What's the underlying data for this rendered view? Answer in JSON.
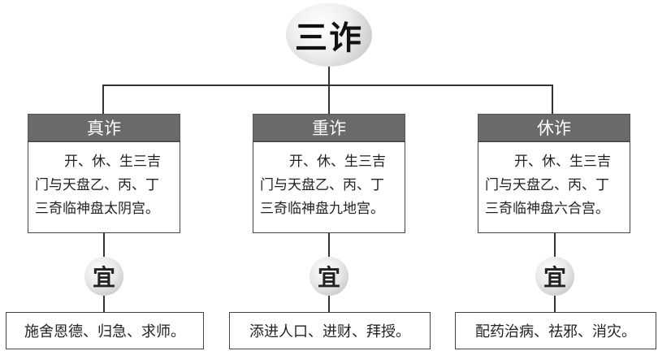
{
  "title": "三诈",
  "branches": [
    {
      "name": "真诈",
      "lines": [
        "开、休、生三吉",
        "门与天盘乙、丙、丁",
        "三奇临神盘太阴宫。"
      ],
      "badge": "宜",
      "advice": "施舍恩德、归急、求师。"
    },
    {
      "name": "重诈",
      "lines": [
        "开、休、生三吉",
        "门与天盘乙、丙、丁",
        "三奇临神盘九地宫。"
      ],
      "badge": "宜",
      "advice": "添进人口、进财、拜授。"
    },
    {
      "name": "休诈",
      "lines": [
        "开、休、生三吉",
        "门与天盘乙、丙、丁",
        "三奇临神盘六合宫。"
      ],
      "badge": "宜",
      "advice": "配药治病、祛邪、消灾。"
    }
  ]
}
